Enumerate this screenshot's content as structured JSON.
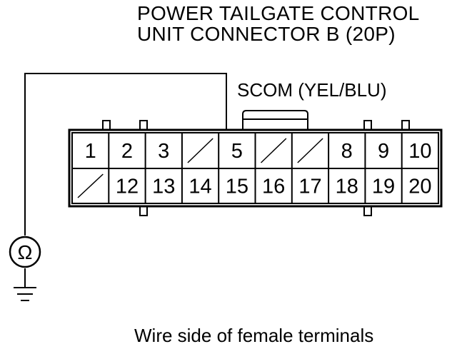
{
  "title": {
    "line1": "POWER TAILGATE CONTROL",
    "line2": "UNIT CONNECTOR B (20P)"
  },
  "wire_label": "SCOM (YEL/BLU)",
  "caption": "Wire side of female terminals",
  "meter_symbol": "Ω",
  "connector": {
    "rows": [
      [
        "1",
        "2",
        "3",
        "",
        "5",
        "",
        "",
        "8",
        "9",
        "10"
      ],
      [
        "",
        "12",
        "13",
        "14",
        "15",
        "16",
        "17",
        "18",
        "19",
        "20"
      ]
    ],
    "empty_cells_marked": true
  },
  "icons": [
    "ohmmeter-icon",
    "ground-icon",
    "connector-lock-tab"
  ]
}
